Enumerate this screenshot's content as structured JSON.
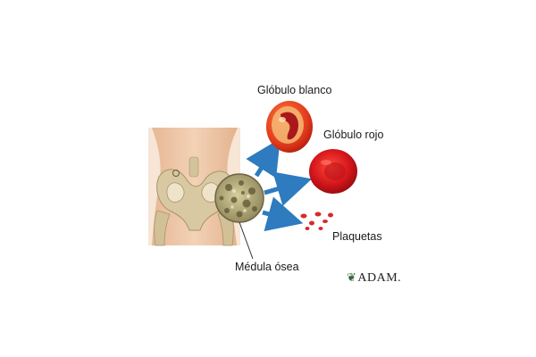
{
  "labels": {
    "white_cell": "Glóbulo blanco",
    "red_cell": "Glóbulo rojo",
    "platelets": "Plaquetas",
    "marrow": "Médula ósea"
  },
  "logo": {
    "text": "ADAM."
  },
  "colors": {
    "arrow": "#2e7bbf",
    "red_cell": "#d4161b",
    "white_cell_outer": "#e23a1c",
    "white_cell_core": "#f7c27a",
    "skin": "#eec7a6",
    "bone": "#d7c7a0",
    "marrow": "#b9ad7d"
  },
  "icons": [
    "pelvis-illustration",
    "marrow-magnifier",
    "arrow-icon",
    "white-blood-cell",
    "red-blood-cell",
    "platelet",
    "adam-leaf-icon"
  ]
}
